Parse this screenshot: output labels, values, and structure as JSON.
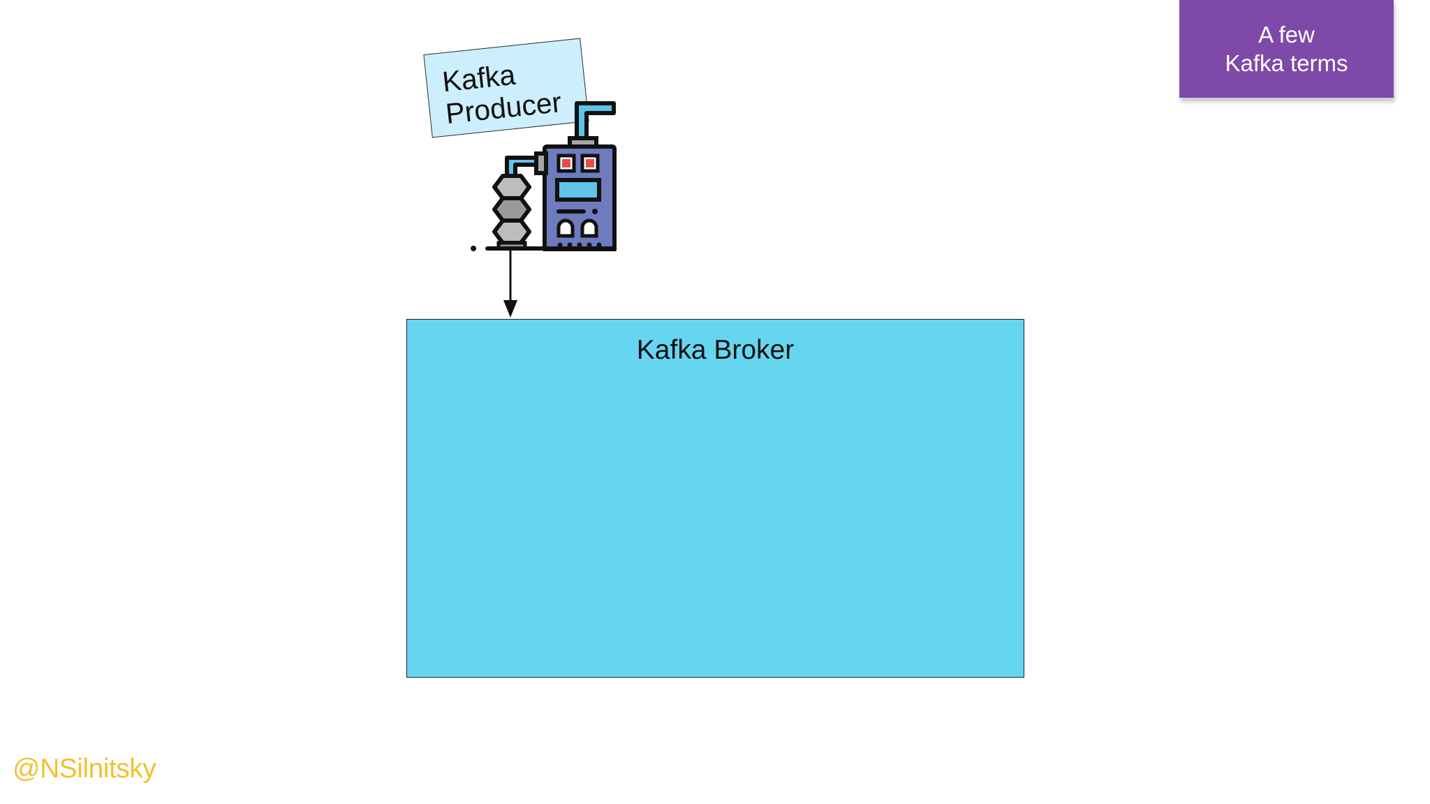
{
  "slide": {
    "tag": {
      "line1": "A few",
      "line2": "Kafka terms",
      "background": "#7e49a8"
    },
    "producer": {
      "label_line1": "Kafka",
      "label_line2": "Producer",
      "label_background": "#cdeefc",
      "icon": "factory-machine-icon"
    },
    "broker": {
      "title": "Kafka Broker",
      "background": "#66d6f0"
    },
    "footer": {
      "handle": "@NSilnitsky",
      "color": "#f2c12e"
    }
  }
}
